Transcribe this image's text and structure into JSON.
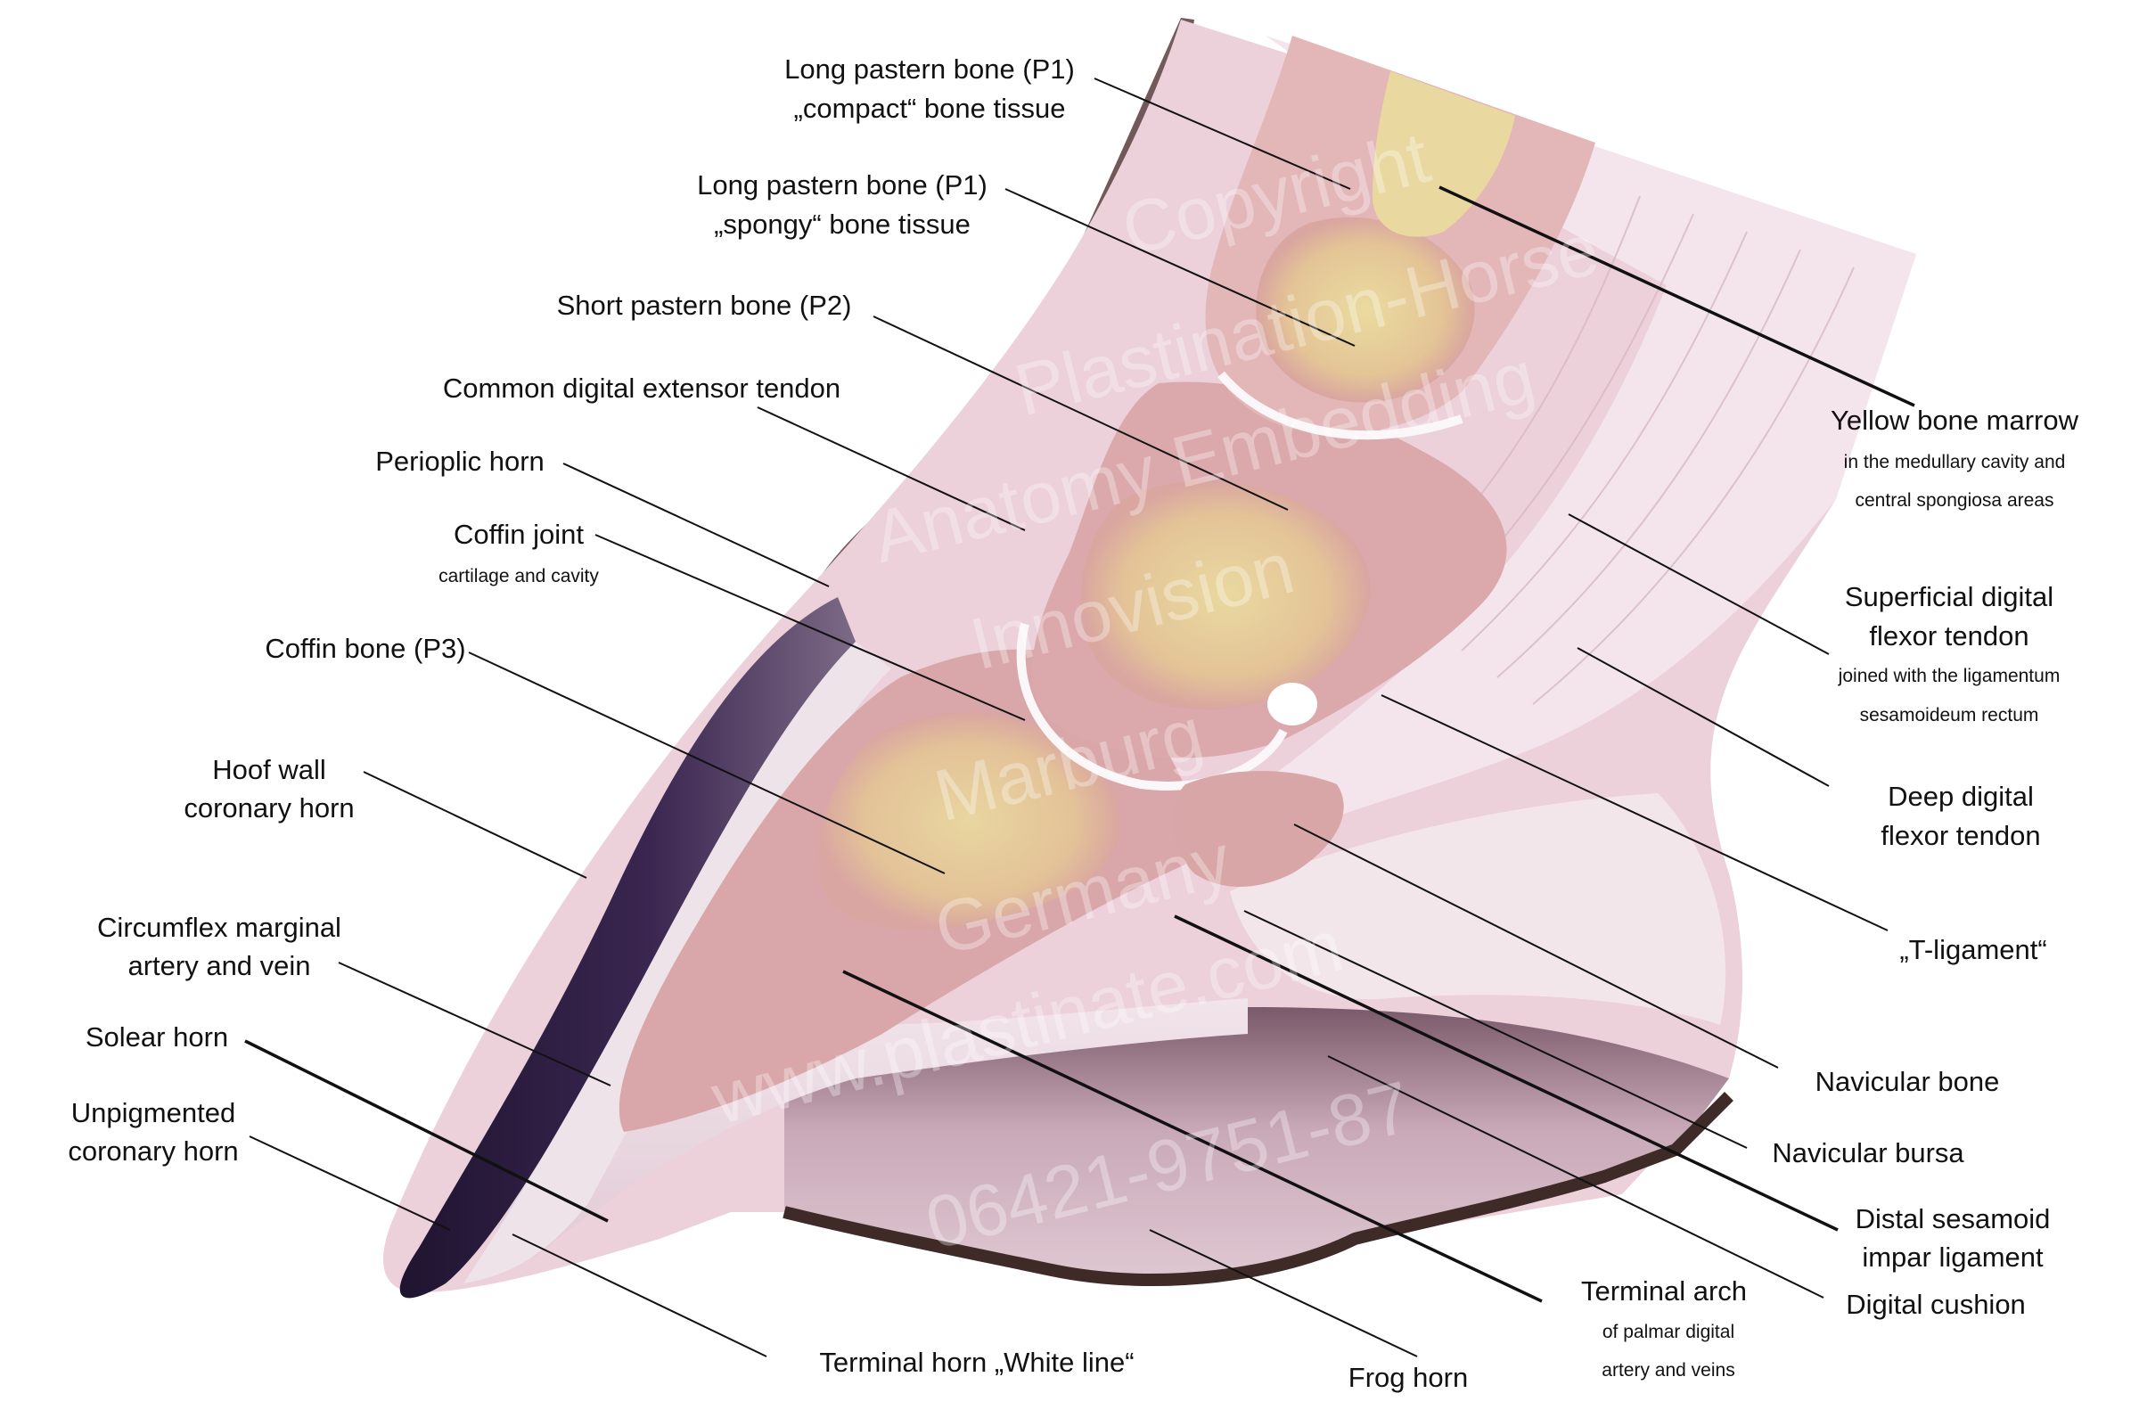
{
  "colors": {
    "background": "#ffffff",
    "label_text": "#111111",
    "leader_line": "#111111",
    "hoof_wall_dark": "#2a1a3a",
    "horn": "#e9d7e2",
    "soft_tissue": "#e6bfcc",
    "bone": "#d9a6a6",
    "bone_marrow": "#e8d59b",
    "tendon": "#f3e3ea",
    "frog": "#c7a5b0",
    "frog_edge": "#3e2a26",
    "hair": "#5a3b3b"
  },
  "watermark": [
    "Copyright",
    "Plastination-Horse",
    "Anatomy Embedding",
    "Innovision",
    "Marburg",
    "Germany",
    "www.plastinate.com",
    "06421-9751-87"
  ],
  "labels": {
    "p1_compact": {
      "line1": "Long pastern bone (P1)",
      "line2": "„compact“ bone tissue"
    },
    "p1_spongy": {
      "line1": "Long pastern bone (P1)",
      "line2": "„spongy“ bone tissue"
    },
    "p2": {
      "line1": "Short pastern bone (P2)"
    },
    "extensor": {
      "line1": "Common digital extensor tendon"
    },
    "perioplic": {
      "line1": "Perioplic horn"
    },
    "coffin_joint": {
      "line1": "Coffin joint",
      "sub": "cartilage and cavity"
    },
    "coffin_bone": {
      "line1": "Coffin bone (P3)"
    },
    "hoof_wall": {
      "line1": "Hoof wall",
      "line2": "coronary horn"
    },
    "circumflex": {
      "line1": "Circumflex marginal",
      "line2": "artery and vein"
    },
    "solear": {
      "line1": "Solear horn"
    },
    "unpigmented": {
      "line1": "Unpigmented",
      "line2": "coronary horn"
    },
    "white_line": {
      "line1": "Terminal horn „White line“"
    },
    "frog_horn": {
      "line1": "Frog horn"
    },
    "terminal_arch": {
      "line1": "Terminal arch",
      "sub1": "of palmar digital",
      "sub2": "artery and veins"
    },
    "digital_cushion": {
      "line1": "Digital cushion"
    },
    "impar": {
      "line1": "Distal sesamoid",
      "line2": "impar ligament"
    },
    "nav_bursa": {
      "line1": "Navicular bursa"
    },
    "nav_bone": {
      "line1": "Navicular bone"
    },
    "t_lig": {
      "line1": "„T-ligament“"
    },
    "ddft": {
      "line1": "Deep digital",
      "line2": "flexor tendon"
    },
    "sdft": {
      "line1": "Superficial digital",
      "line2": "flexor tendon",
      "sub1": "joined with the ligamentum",
      "sub2": "sesamoideum rectum"
    },
    "marrow": {
      "line1": "Yellow bone marrow",
      "sub1": "in the medullary cavity and",
      "sub2": "central spongiosa areas"
    }
  }
}
